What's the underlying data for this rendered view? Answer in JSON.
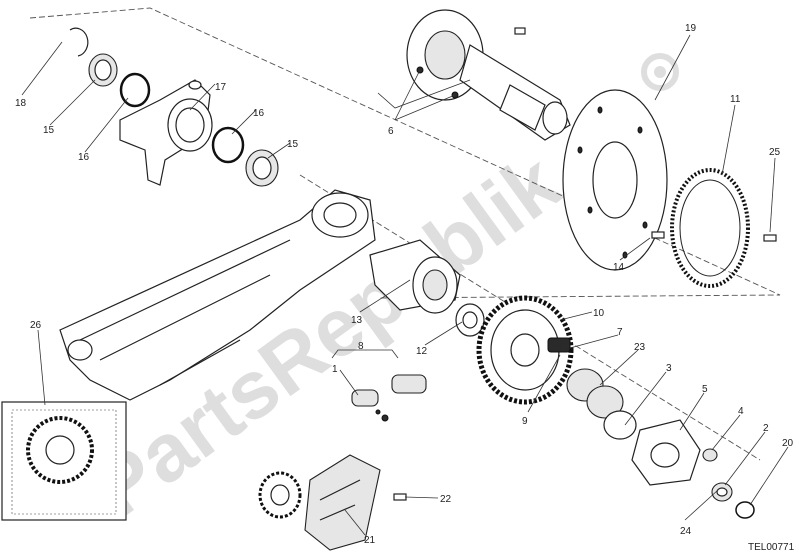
{
  "diagram": {
    "watermark": "PartsRepublik",
    "drawing_code": "TEL00771",
    "callouts": [
      "18",
      "15",
      "16",
      "17",
      "16",
      "15",
      "6",
      "19",
      "11",
      "25",
      "14",
      "13",
      "12",
      "10",
      "7",
      "23",
      "8",
      "1",
      "9",
      "3",
      "5",
      "4",
      "2",
      "20",
      "26",
      "22",
      "21",
      "24"
    ]
  },
  "colors": {
    "line": "#222222",
    "watermark": "#d9d9d9",
    "background": "#ffffff"
  }
}
